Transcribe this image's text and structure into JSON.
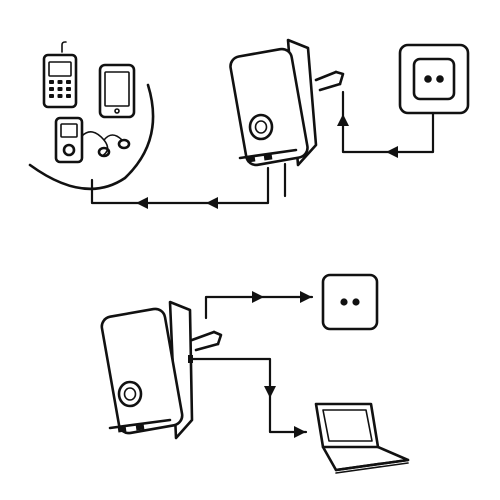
{
  "diagram": {
    "top_scene": {
      "devices": [
        "mobile-phone",
        "smartphone",
        "mp3-player",
        "earphones"
      ],
      "adapter": "usb-charger",
      "outlet": "wall-socket",
      "flow": [
        "wall-socket",
        "usb-charger",
        "devices"
      ]
    },
    "bottom_scene": {
      "adapter": "usb-charger-passthrough",
      "outlet": "wall-socket",
      "device": "laptop",
      "flow": [
        "usb-charger-passthrough",
        "wall-socket",
        "laptop"
      ]
    },
    "colors": {
      "line": "#111111",
      "background": "#ffffff"
    }
  }
}
